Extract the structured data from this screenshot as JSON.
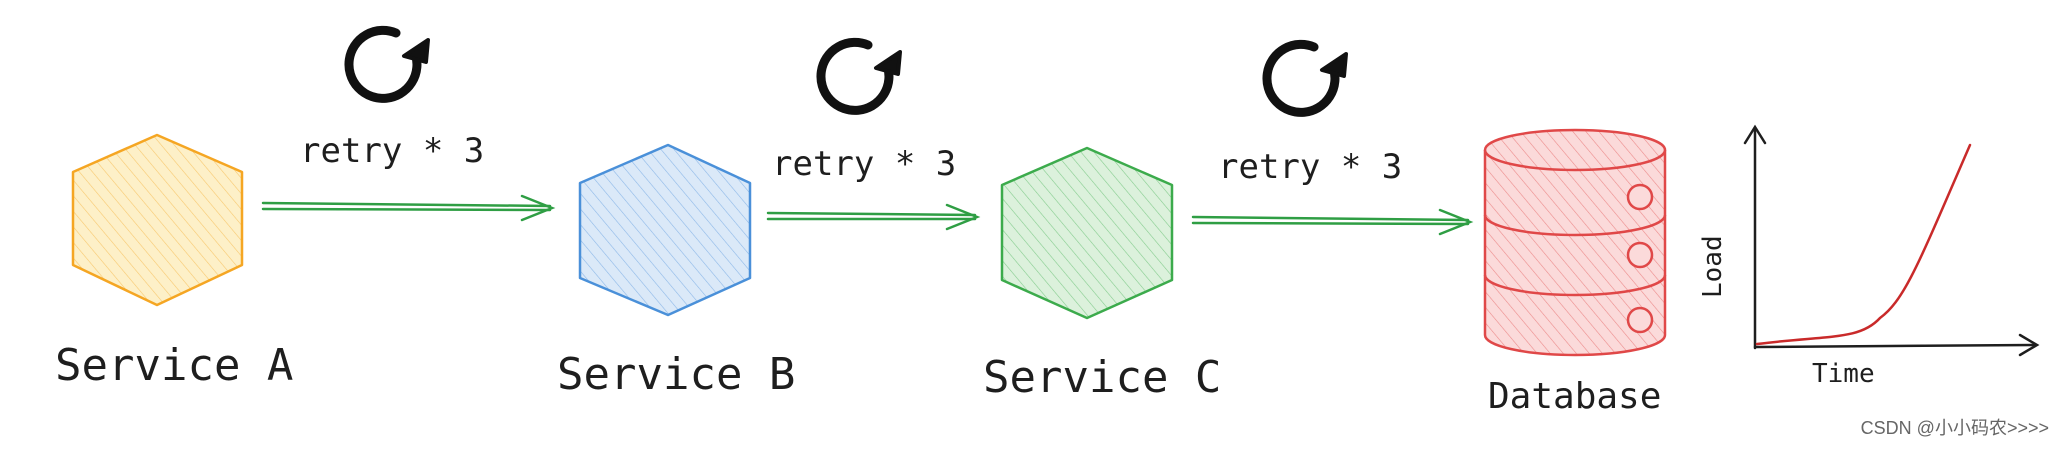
{
  "services": [
    {
      "name": "Service A",
      "color": "#f5a623",
      "fill": "#fdf0c8"
    },
    {
      "name": "Service B",
      "color": "#4a90d9",
      "fill": "#dbe9f8"
    },
    {
      "name": "Service C",
      "color": "#3cab4c",
      "fill": "#dcf1dc"
    }
  ],
  "retries": [
    {
      "label": "retry * 3",
      "icon": "retry-icon"
    },
    {
      "label": "retry * 3",
      "icon": "retry-icon"
    },
    {
      "label": "retry * 3",
      "icon": "retry-icon"
    }
  ],
  "database": {
    "label": "Database",
    "color": "#e04848",
    "fill": "#fbdada"
  },
  "arrow_color": "#2f9e44",
  "load_chart": {
    "xlabel": "Time",
    "ylabel": "Load",
    "line_color": "#c92a2a"
  },
  "watermark": "CSDN @小小码农>>>>"
}
